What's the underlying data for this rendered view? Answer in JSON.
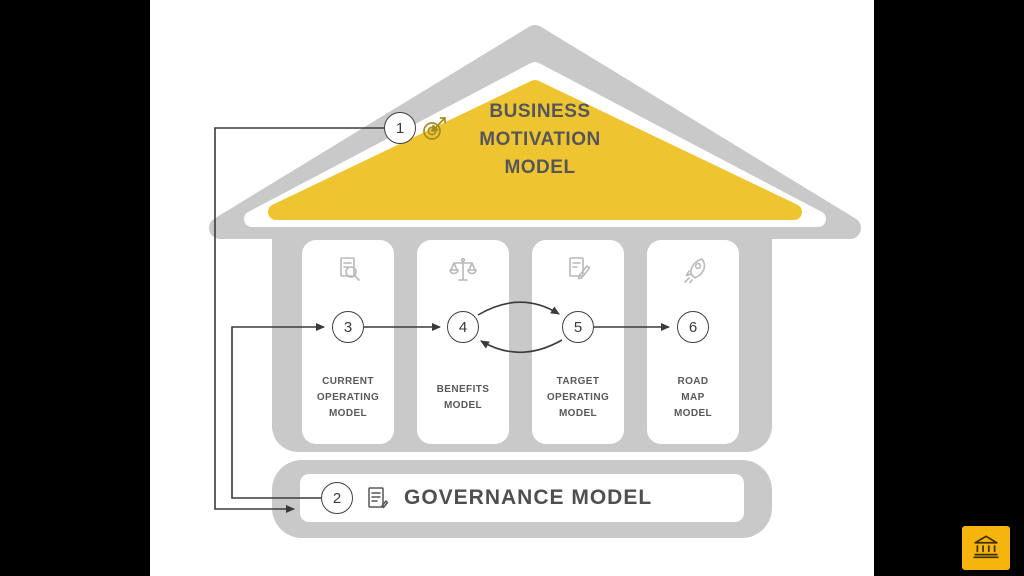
{
  "slide": {
    "background": "#ffffff",
    "letterbox_color": "#000000"
  },
  "roof": {
    "step_number": "1",
    "title_lines": [
      "BUSINESS",
      "MOTIVATION",
      "MODEL"
    ],
    "icon": "target-arrow-icon",
    "fill_color": "#efc431"
  },
  "pillars": [
    {
      "step_number": "3",
      "icon": "document-search-icon",
      "label_lines": [
        "CURRENT",
        "OPERATING",
        "MODEL"
      ]
    },
    {
      "step_number": "4",
      "icon": "scales-icon",
      "label_lines": [
        "BENEFITS",
        "MODEL"
      ]
    },
    {
      "step_number": "5",
      "icon": "document-edit-icon",
      "label_lines": [
        "TARGET",
        "OPERATING",
        "MODEL"
      ]
    },
    {
      "step_number": "6",
      "icon": "rocket-icon",
      "label_lines": [
        "ROAD",
        "MAP",
        "MODEL"
      ]
    }
  ],
  "base": {
    "step_number": "2",
    "icon": "document-icon",
    "label": "GOVERNANCE MODEL"
  },
  "flow_arrows": [
    "1 → 2",
    "2 → 3",
    "3 → 4",
    "4 ⇄ 5",
    "5 → 6"
  ],
  "corner_badge": {
    "icon": "bank-icon",
    "background": "#f5b50d"
  },
  "colors": {
    "structure_gray": "#c9c9ca",
    "roof_yellow": "#efc431",
    "text_gray": "#58595b",
    "line_dark": "#3a3a3a"
  }
}
